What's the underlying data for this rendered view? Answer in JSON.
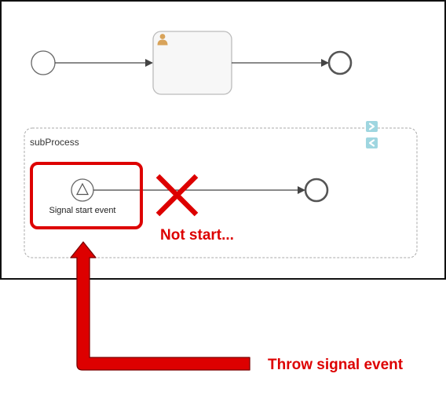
{
  "diagram": {
    "subprocess_label": "subProcess",
    "signal_start_label": "Signal start event",
    "not_start_label": "Not start...",
    "throw_signal_label": "Throw signal event"
  },
  "icons": {
    "user_task": "user-icon",
    "expand": "chevron-right-icon",
    "collapse": "chevron-left-icon",
    "cross": "red-x-icon"
  },
  "colors": {
    "annotation": "#dd0000",
    "user_icon": "#d8a35a",
    "toggle": "#9fd6e0"
  }
}
